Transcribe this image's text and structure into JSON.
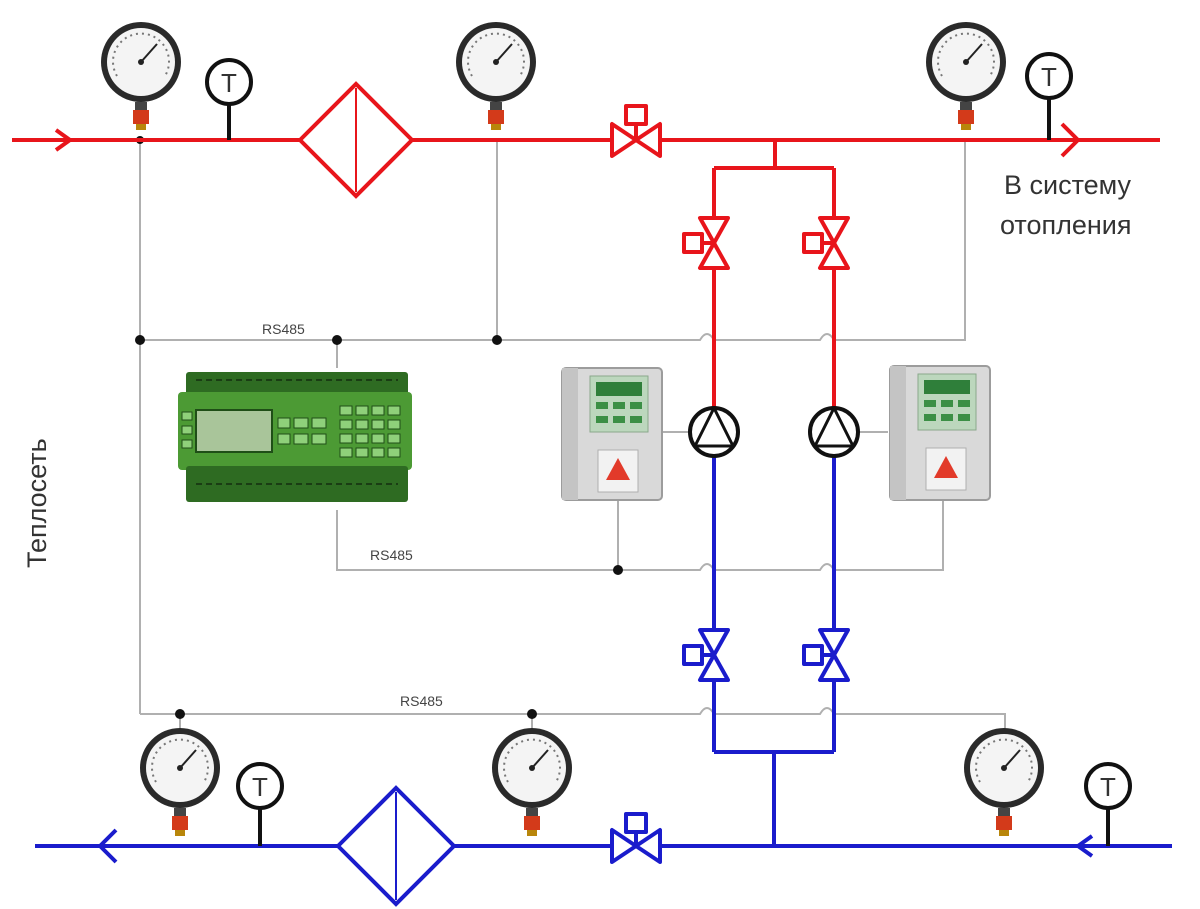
{
  "labels": {
    "destination_line1": "В систему",
    "destination_line2": "отопления",
    "source": "Теплосеть",
    "bus_top": "RS485",
    "bus_mid": "RS485",
    "bus_bottom": "RS485",
    "thermometer_symbol": "T"
  },
  "colors": {
    "supply": "#e8151b",
    "return": "#1a1ccc",
    "signal": "#b0b0b0",
    "controller_body": "#3a8a2a",
    "inverter_body": "#d9d9d9"
  },
  "icons": {
    "pressure_gauge": "pressure-gauge-icon",
    "thermometer": "thermometer-icon",
    "filter": "filter-icon",
    "valve": "valve-icon",
    "pump": "pump-icon",
    "controller": "controller-icon",
    "frequency_converter": "frequency-converter-icon"
  }
}
